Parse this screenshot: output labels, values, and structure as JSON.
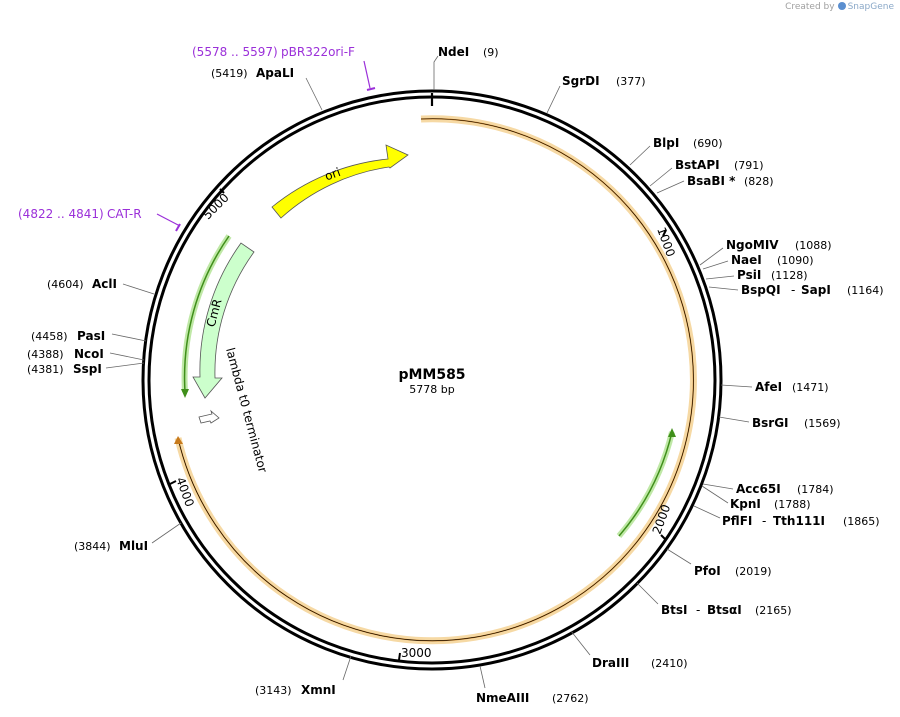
{
  "credit": {
    "prefix": "Created by",
    "brand": "SnapGene"
  },
  "plasmid": {
    "name": "pMM585",
    "length_label": "5778 bp",
    "length": 5778
  },
  "ticks": [
    "1000",
    "2000",
    "3000",
    "4000",
    "5000"
  ],
  "sites": [
    {
      "name": "NdeI",
      "pos": "(9)"
    },
    {
      "name": "SgrDI",
      "pos": "(377)"
    },
    {
      "name": "BlpI",
      "pos": "(690)"
    },
    {
      "name": "BstAPI",
      "pos": "(791)"
    },
    {
      "name": "BsaBI *",
      "pos": "(828)"
    },
    {
      "name": "NgoMIV",
      "pos": "(1088)"
    },
    {
      "name": "NaeI",
      "pos": "(1090)"
    },
    {
      "name": "PsiI",
      "pos": "(1128)"
    },
    {
      "name": "BspQI",
      "name2": "SapI",
      "sep": "-",
      "pos": "(1164)"
    },
    {
      "name": "AfeI",
      "pos": "(1471)"
    },
    {
      "name": "BsrGI",
      "pos": "(1569)"
    },
    {
      "name": "Acc65I",
      "pos": "(1784)"
    },
    {
      "name": "KpnI",
      "pos": "(1788)"
    },
    {
      "name": "PflFI",
      "name2": "Tth111I",
      "sep": "-",
      "pos": "(1865)"
    },
    {
      "name": "PfoI",
      "pos": "(2019)"
    },
    {
      "name": "BtsI",
      "name2": "BtsαI",
      "sep": "-",
      "pos": "(2165)"
    },
    {
      "name": "DraIII",
      "pos": "(2410)"
    },
    {
      "name": "NmeAIII",
      "pos": "(2762)"
    },
    {
      "name": "XmnI",
      "pos": "(3143)"
    },
    {
      "name": "MluI",
      "pos": "(3844)"
    },
    {
      "name": "SspI",
      "pos": "(4381)"
    },
    {
      "name": "NcoI",
      "pos": "(4388)"
    },
    {
      "name": "PasI",
      "pos": "(4458)"
    },
    {
      "name": "AclI",
      "pos": "(4604)"
    },
    {
      "name": "ApaLI",
      "pos": "(5419)"
    }
  ],
  "primers": [
    {
      "range": "(5578 .. 5597)",
      "name": "pBR322ori-F"
    },
    {
      "range": "(4822 .. 4841)",
      "name": "CAT-R"
    }
  ],
  "features": [
    {
      "name": "ori",
      "color": "#ffff00"
    },
    {
      "name": "CmR",
      "color": "#ccffcc"
    },
    {
      "name": "lambda t0 terminator",
      "color": "#ffffff"
    }
  ],
  "colors": {
    "backbone": "#000000",
    "orf_highlight": "#f6d9a4",
    "orf_line": "#c77a1c",
    "green_arrow": "#3f8f1a",
    "primer": "#9b30d9"
  }
}
